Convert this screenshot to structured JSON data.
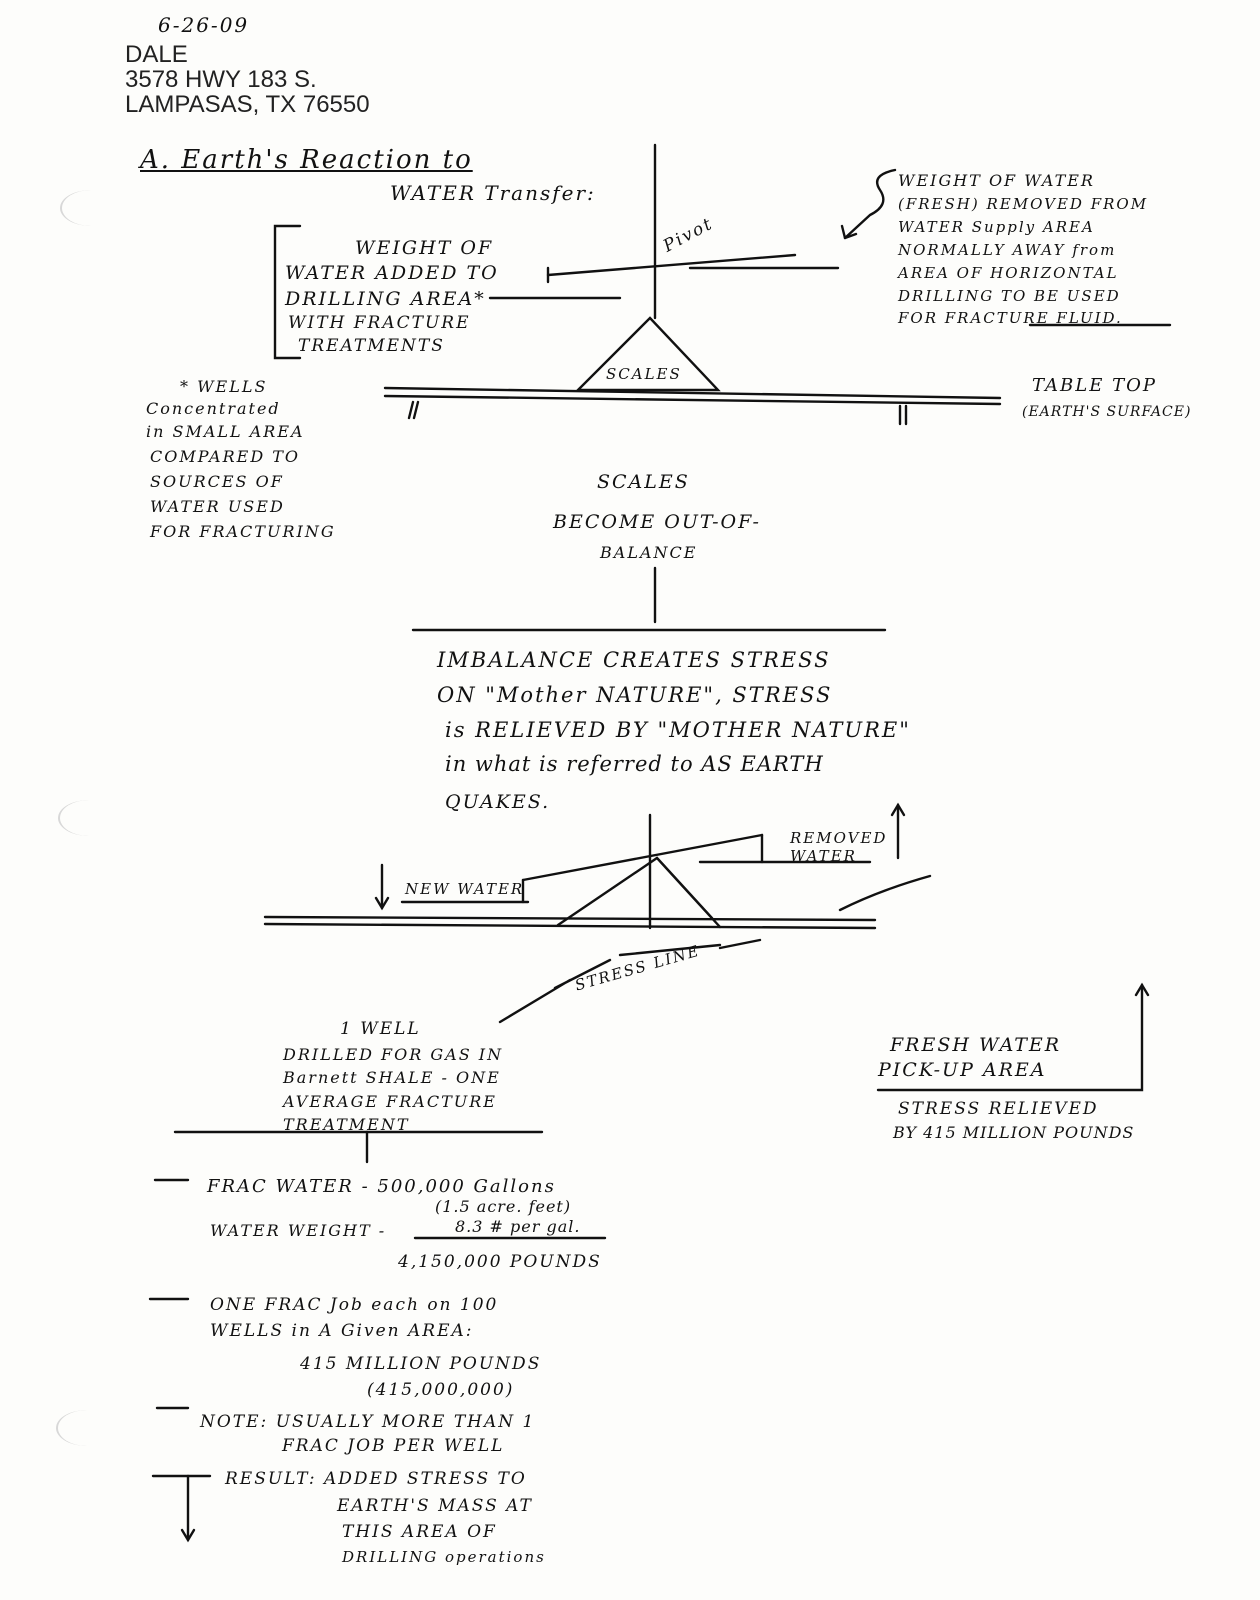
{
  "header": {
    "date": "6-26-09",
    "name": "DALE",
    "address1": "3578 HWY 183 S.",
    "address2": "LAMPASAS, TX 76550"
  },
  "section_title": "A. Earth's Reaction to",
  "section_title2": "WATER Transfer:",
  "diagram1": {
    "pivot": "Pivot",
    "scales": "SCALES",
    "left_label": [
      "WEIGHT OF",
      "WATER ADDED TO",
      "DRILLING AREA*",
      "WITH FRACTURE",
      "TREATMENTS"
    ],
    "right_label": [
      "WEIGHT OF WATER",
      "(FRESH) REMOVED FROM",
      "WATER Supply AREA",
      "NORMALLY AWAY from",
      "AREA OF HORIZONTAL",
      "DRILLING TO BE USED",
      "FOR FRACTURE FLUID."
    ],
    "table_top": "TABLE TOP",
    "earth_surface": "(EARTH'S SURFACE)",
    "footnote": [
      "* WELLS",
      "Concentrated",
      "in SMALL AREA",
      "COMPARED TO",
      "SOURCES OF",
      "WATER USED",
      "FOR FRACTURING"
    ]
  },
  "middle": {
    "scales_out": [
      "SCALES",
      "BECOME OUT-OF-",
      "BALANCE"
    ],
    "imbalance": [
      "IMBALANCE CREATES STRESS",
      "ON \"Mother NATURE\", STRESS",
      "is RELIEVED BY \"MOTHER NATURE\"",
      "in what is referred to AS EARTH",
      "QUAKES."
    ]
  },
  "diagram2": {
    "removed_water": [
      "REMOVED",
      "WATER"
    ],
    "new_water": "NEW WATER",
    "stress_line": "STRESS LINE"
  },
  "well_box": [
    "1 WELL",
    "DRILLED FOR GAS IN",
    "Barnett SHALE - ONE",
    "AVERAGE FRACTURE",
    "TREATMENT"
  ],
  "fresh_water": {
    "label": [
      "FRESH WATER",
      "PICK-UP AREA"
    ],
    "relieved": [
      "STRESS RELIEVED",
      "BY 415 MILLION POUNDS"
    ]
  },
  "calc": {
    "frac_water": "FRAC WATER - 500,000 Gallons",
    "acre_feet": "(1.5 acre. feet)",
    "water_weight": "WATER WEIGHT -",
    "per_gal": "8.3 # per gal.",
    "pounds": "4,150,000 POUNDS",
    "one_frac": "ONE FRAC Job each on 100",
    "wells_area": "WELLS in A Given AREA:",
    "million": "415 MILLION POUNDS",
    "million_num": "(415,000,000)",
    "note1": "NOTE: USUALLY MORE THAN 1",
    "note2": "FRAC JOB PER WELL",
    "result1": "RESULT: ADDED STRESS TO",
    "result2": "EARTH'S MASS AT",
    "result3": "THIS AREA OF",
    "result4": "DRILLING operations"
  }
}
